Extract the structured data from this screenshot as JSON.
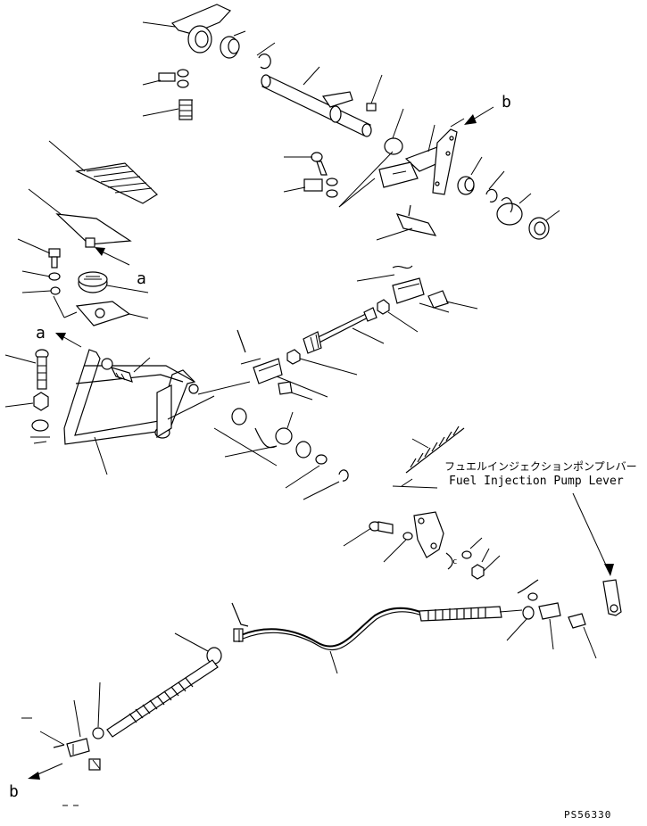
{
  "labels": {
    "arrow_a_upper": "a",
    "arrow_a_lower": "a",
    "arrow_b_upper": "b",
    "arrow_b_lower": "b"
  },
  "callout": {
    "japanese": "フュエルインジェクションポンプレバー",
    "english": "Fuel Injection Pump Lever"
  },
  "drawing_number": "PS56330"
}
